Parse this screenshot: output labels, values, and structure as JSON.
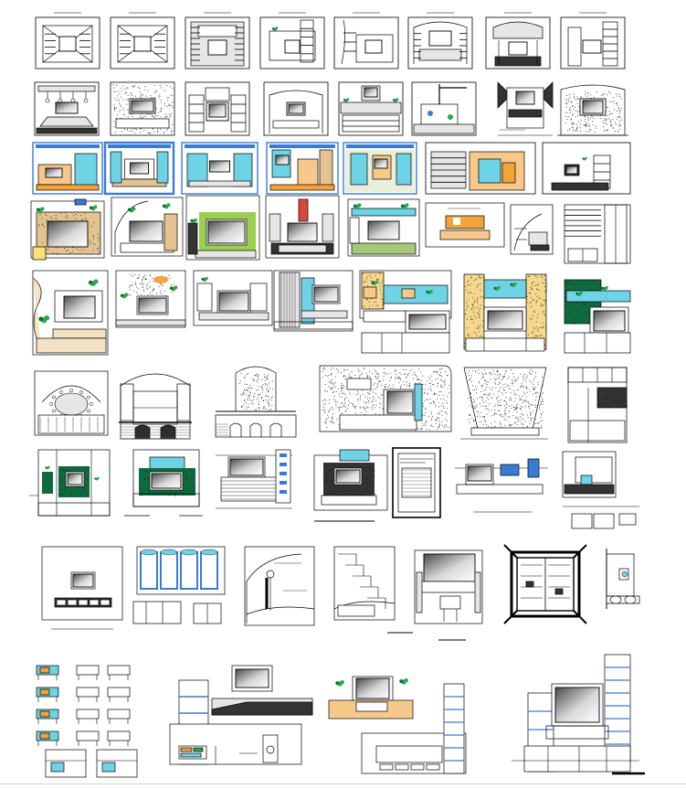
{
  "sheet": {
    "background": "#ffffff",
    "line_color": "#000000",
    "rows": [
      {
        "name": "row-1",
        "style": "classic-elevations",
        "count": 8
      },
      {
        "name": "row-2",
        "style": "tv-unit-elevations",
        "count": 8
      },
      {
        "name": "row-3",
        "style": "framed-color-panels",
        "count": 8
      },
      {
        "name": "row-4",
        "style": "colored-wall-units",
        "count": 8
      },
      {
        "name": "row-5",
        "style": "modern-wall-units",
        "count": 7
      },
      {
        "name": "row-6",
        "style": "arched-and-stippled-units",
        "count": 6
      },
      {
        "name": "row-7",
        "style": "cabinet-elevations",
        "count": 7
      },
      {
        "name": "row-8",
        "style": "plan-and-section-details",
        "count": 7
      },
      {
        "name": "row-9",
        "style": "furniture-details",
        "count": 4
      }
    ],
    "palette": {
      "blue": "#3a7bd5",
      "cyan": "#6fd3e6",
      "green": "#2aa84a",
      "dark_green": "#0f6b3e",
      "orange": "#f2a33a",
      "peach": "#f6c98a",
      "tan": "#e3c38f",
      "yellow": "#f7e27a",
      "red": "#d9473a",
      "gray": "#9a9a9a",
      "light_gray": "#e6e6e6",
      "dark": "#333333"
    }
  }
}
